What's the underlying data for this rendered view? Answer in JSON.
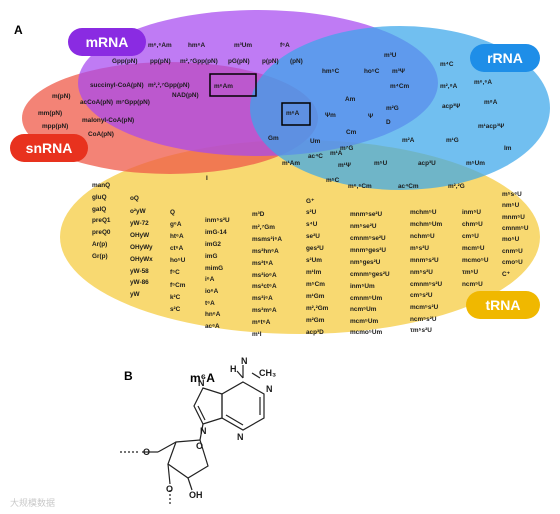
{
  "panels": {
    "a": "A",
    "b": "B"
  },
  "category_labels": {
    "mrna": "mRNA",
    "rrna": "rRNA",
    "snrna": "snRNA",
    "trna": "tRNA"
  },
  "colors": {
    "mrna_fill": "#a648f0",
    "mrna_tag": "#8a2be2",
    "rrna_fill": "#3aa6ea",
    "rrna_tag": "#1e8ee8",
    "snrna_fill": "#ef5a48",
    "snrna_tag": "#e8321e",
    "trna_fill": "#f6cf4e",
    "trna_tag": "#f0b800",
    "box": "#000000",
    "methyl": "#e02020"
  },
  "boxed_mods": [
    "m⁶Am",
    "m⁶A"
  ],
  "mods": [
    {
      "id": "m1",
      "text": "m⁶,⁶Am"
    },
    {
      "id": "m2",
      "text": "hm⁶A"
    },
    {
      "id": "m3",
      "text": "m³Um"
    },
    {
      "id": "m4",
      "text": "f⁶A"
    },
    {
      "id": "m5",
      "text": "Gpp(pN)"
    },
    {
      "id": "m6",
      "text": "pp(pN)"
    },
    {
      "id": "m7",
      "text": "m²,⁷Gpp(pN)"
    },
    {
      "id": "m8",
      "text": "pG(pN)"
    },
    {
      "id": "m9",
      "text": "p(pN)"
    },
    {
      "id": "m10",
      "text": "(pN)"
    },
    {
      "id": "m11",
      "text": "succinyl-CoA(pN)"
    },
    {
      "id": "m12",
      "text": "m²,²,⁷Gpp(pN)"
    },
    {
      "id": "m13",
      "text": "NAD(pN)"
    },
    {
      "id": "m14",
      "text": "m⁶Am"
    },
    {
      "id": "m15",
      "text": "m(pN)"
    },
    {
      "id": "m16",
      "text": "acCoA(pN)"
    },
    {
      "id": "m17",
      "text": "m⁷Gpp(pN)"
    },
    {
      "id": "m18",
      "text": "mm(pN)"
    },
    {
      "id": "m19",
      "text": "mpp(pN)"
    },
    {
      "id": "m20",
      "text": "malonyl-CoA(pN)"
    },
    {
      "id": "m21",
      "text": "CoA(pN)"
    },
    {
      "id": "m22",
      "text": "m³U"
    },
    {
      "id": "m23",
      "text": "hm⁵C"
    },
    {
      "id": "m24",
      "text": "ho⁵C"
    },
    {
      "id": "m25",
      "text": "m³Ψ"
    },
    {
      "id": "m26",
      "text": "m⁴C"
    },
    {
      "id": "m27",
      "text": "m⁴Cm"
    },
    {
      "id": "m28",
      "text": "m²,⁸A"
    },
    {
      "id": "m29",
      "text": "m⁶,⁶A"
    },
    {
      "id": "m30",
      "text": "acp³Ψ"
    },
    {
      "id": "m31",
      "text": "m⁸A"
    },
    {
      "id": "m32",
      "text": "m¹acp³Ψ"
    },
    {
      "id": "m33",
      "text": "Im"
    },
    {
      "id": "m34",
      "text": "Am"
    },
    {
      "id": "m35",
      "text": "m⁶A"
    },
    {
      "id": "m36",
      "text": "m²G"
    },
    {
      "id": "m37",
      "text": "Ψm"
    },
    {
      "id": "m38",
      "text": "Ψ"
    },
    {
      "id": "m39",
      "text": "D"
    },
    {
      "id": "m40",
      "text": "Gm"
    },
    {
      "id": "m41",
      "text": "Cm"
    },
    {
      "id": "m42",
      "text": "Um"
    },
    {
      "id": "m43",
      "text": "m²A"
    },
    {
      "id": "m44",
      "text": "m¹G"
    },
    {
      "id": "m45",
      "text": "m⁷G"
    },
    {
      "id": "m46",
      "text": "ac⁴C"
    },
    {
      "id": "m47",
      "text": "m¹Am"
    },
    {
      "id": "m48",
      "text": "m¹A"
    },
    {
      "id": "m49",
      "text": "m¹Ψ"
    },
    {
      "id": "m50",
      "text": "m⁵U"
    },
    {
      "id": "m51",
      "text": "acp³U"
    },
    {
      "id": "m52",
      "text": "m⁵Um"
    },
    {
      "id": "m53",
      "text": "m⁵C"
    },
    {
      "id": "m54",
      "text": "m⁶,⁶Cm"
    },
    {
      "id": "m55",
      "text": "ac⁴Cm"
    },
    {
      "id": "m56",
      "text": "m²,²G"
    },
    {
      "id": "m57",
      "text": "I"
    },
    {
      "id": "m58",
      "text": "manQ"
    },
    {
      "id": "m59",
      "text": "gluQ"
    },
    {
      "id": "m60",
      "text": "galQ"
    },
    {
      "id": "m61",
      "text": "preQ1"
    },
    {
      "id": "m62",
      "text": "preQ0"
    },
    {
      "id": "m63",
      "text": "Ar(p)"
    },
    {
      "id": "m64",
      "text": "Gr(p)"
    },
    {
      "id": "m65",
      "text": "oQ"
    },
    {
      "id": "m66",
      "text": "o²yW"
    },
    {
      "id": "m67",
      "text": "yW-72"
    },
    {
      "id": "m68",
      "text": "OHyW"
    },
    {
      "id": "m69",
      "text": "OHyWy"
    },
    {
      "id": "m70",
      "text": "OHyWx"
    },
    {
      "id": "m71",
      "text": "yW-58"
    },
    {
      "id": "m72",
      "text": "yW-86"
    },
    {
      "id": "m73",
      "text": "yW"
    },
    {
      "id": "m74",
      "text": "Q"
    },
    {
      "id": "m75",
      "text": "g⁶A"
    },
    {
      "id": "m76",
      "text": "ht⁶A"
    },
    {
      "id": "m77",
      "text": "ct⁶A"
    },
    {
      "id": "m78",
      "text": "ho⁵U"
    },
    {
      "id": "m79",
      "text": "f⁵C"
    },
    {
      "id": "m80",
      "text": "f⁵Cm"
    },
    {
      "id": "m81",
      "text": "k²C"
    },
    {
      "id": "m82",
      "text": "s²C"
    },
    {
      "id": "m83",
      "text": "inm⁵s²U"
    },
    {
      "id": "m84",
      "text": "imG-14"
    },
    {
      "id": "m85",
      "text": "imG2"
    },
    {
      "id": "m86",
      "text": "imG"
    },
    {
      "id": "m87",
      "text": "mimG"
    },
    {
      "id": "m88",
      "text": "i⁶A"
    },
    {
      "id": "m89",
      "text": "io⁶A"
    },
    {
      "id": "m90",
      "text": "t⁶A"
    },
    {
      "id": "m91",
      "text": "hn⁶A"
    },
    {
      "id": "m92",
      "text": "ac⁶A"
    },
    {
      "id": "m93",
      "text": "m³D"
    },
    {
      "id": "m94",
      "text": "m²,⁷Gm"
    },
    {
      "id": "m95",
      "text": "msms²i⁶A"
    },
    {
      "id": "m96",
      "text": "ms²hn⁶A"
    },
    {
      "id": "m97",
      "text": "ms²t⁶A"
    },
    {
      "id": "m98",
      "text": "ms²io⁶A"
    },
    {
      "id": "m99",
      "text": "ms²ct⁶A"
    },
    {
      "id": "m100",
      "text": "ms²i⁶A"
    },
    {
      "id": "m101",
      "text": "ms²m⁶A"
    },
    {
      "id": "m102",
      "text": "m⁶t⁶A"
    },
    {
      "id": "m103",
      "text": "m¹I"
    },
    {
      "id": "m104",
      "text": "G⁺"
    },
    {
      "id": "m105",
      "text": "s²U"
    },
    {
      "id": "m106",
      "text": "s⁴U"
    },
    {
      "id": "m107",
      "text": "se²U"
    },
    {
      "id": "m108",
      "text": "ges²U"
    },
    {
      "id": "m109",
      "text": "s²Um"
    },
    {
      "id": "m110",
      "text": "m¹Im"
    },
    {
      "id": "m111",
      "text": "m⁵Cm"
    },
    {
      "id": "m112",
      "text": "m¹Gm"
    },
    {
      "id": "m113",
      "text": "m²,²Gm"
    },
    {
      "id": "m114",
      "text": "m²Gm"
    },
    {
      "id": "m115",
      "text": "acp³D"
    },
    {
      "id": "m116",
      "text": "mnm⁵se²U"
    },
    {
      "id": "m117",
      "text": "nm⁵se²U"
    },
    {
      "id": "m118",
      "text": "cmnm⁵se²U"
    },
    {
      "id": "m119",
      "text": "mnm⁵ges²U"
    },
    {
      "id": "m120",
      "text": "nm⁵ges²U"
    },
    {
      "id": "m121",
      "text": "cmnm⁵ges²U"
    },
    {
      "id": "m122",
      "text": "inm⁵Um"
    },
    {
      "id": "m123",
      "text": "cmnm⁵Um"
    },
    {
      "id": "m124",
      "text": "ncm⁵Um"
    },
    {
      "id": "m125",
      "text": "mcm⁵Um"
    },
    {
      "id": "m126",
      "text": "mcmo⁵Um"
    },
    {
      "id": "m127",
      "text": "mchm⁵U"
    },
    {
      "id": "m128",
      "text": "mchm⁵Um"
    },
    {
      "id": "m129",
      "text": "nchm⁵U"
    },
    {
      "id": "m130",
      "text": "m⁵s²U"
    },
    {
      "id": "m131",
      "text": "mnm⁵s²U"
    },
    {
      "id": "m132",
      "text": "nm⁵s²U"
    },
    {
      "id": "m133",
      "text": "cmnm⁵s²U"
    },
    {
      "id": "m134",
      "text": "cm⁵s²U"
    },
    {
      "id": "m135",
      "text": "mcm⁵s²U"
    },
    {
      "id": "m136",
      "text": "ncm⁵s²U"
    },
    {
      "id": "m137",
      "text": "τm⁵s²U"
    },
    {
      "id": "m138",
      "text": "inm⁵U"
    },
    {
      "id": "m139",
      "text": "chm⁵U"
    },
    {
      "id": "m140",
      "text": "cm⁵U"
    },
    {
      "id": "m141",
      "text": "mcm⁵U"
    },
    {
      "id": "m142",
      "text": "mcmo⁵U"
    },
    {
      "id": "m143",
      "text": "τm⁵U"
    },
    {
      "id": "m144",
      "text": "ncm⁵U"
    },
    {
      "id": "m145",
      "text": "m⁵s⁶U"
    },
    {
      "id": "m146",
      "text": "nm⁵U"
    },
    {
      "id": "m147",
      "text": "mnm⁵U"
    },
    {
      "id": "m148",
      "text": "cmnm⁵U"
    },
    {
      "id": "m149",
      "text": "mo⁵U"
    },
    {
      "id": "m150",
      "text": "cnm⁵U"
    },
    {
      "id": "m151",
      "text": "cmo⁵U"
    },
    {
      "id": "m152",
      "text": "C⁺"
    }
  ],
  "structure": {
    "title": "m⁶A",
    "atom_n": "N",
    "atom_h": "H",
    "atom_ch3": "CH₃",
    "ring_n1": "N",
    "ring_n2": "N",
    "ring_n3": "N",
    "ring_n4": "N",
    "ring_o": "O",
    "sugar_o1": "O",
    "sugar_o2": "O",
    "oh": "OH"
  },
  "watermark": "大规模数据"
}
